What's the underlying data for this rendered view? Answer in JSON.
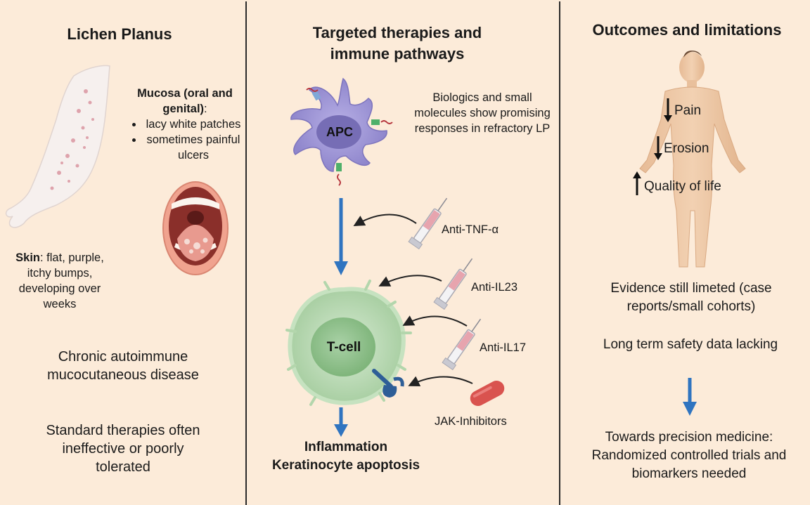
{
  "panels": {
    "left": {
      "title": "Lichen Planus",
      "mucosa": {
        "heading": "Mucosa (oral and genital)",
        "suffix": ":",
        "bullets": [
          "lacy white patches",
          "sometimes painful ulcers"
        ]
      },
      "skin": {
        "heading": "Skin",
        "text": ": flat, purple, itchy bumps, developing over weeks"
      },
      "desc1": "Chronic autoimmune mucocutaneous disease",
      "desc2": "Standard therapies often ineffective or poorly tolerated"
    },
    "middle": {
      "title": "Targeted therapies and immune pathways",
      "apc_label": "APC",
      "biologics_text": "Biologics and small molecules show promising responses in refractory LP",
      "tcell_label": "T-cell",
      "drugs": [
        "Anti-TNF-α",
        "Anti-IL23",
        "Anti-IL17",
        "JAK-Inhibitors"
      ],
      "outcome_line1": "Inflammation",
      "outcome_line2": "Keratinocyte apoptosis"
    },
    "right": {
      "title": "Outcomes and limitations",
      "effects": [
        {
          "label": "Pain",
          "direction": "down"
        },
        {
          "label": "Erosion",
          "direction": "down"
        },
        {
          "label": "Quality of life",
          "direction": "up"
        }
      ],
      "evidence": "Evidence still limeted (case reports/small cohorts)",
      "safety": "Long term safety data lacking",
      "towards": "Towards precision medicine: Randomized controlled trials and biomarkers needed"
    }
  },
  "colors": {
    "background": "#fcebd9",
    "divider": "#2a2a2a",
    "arrow_blue": "#2f74c0",
    "apc_purple": "#a49bd8",
    "tcell_green": "#b7d7b0",
    "skin_tone": "#efc9a6",
    "pill_red": "#d9534f"
  }
}
